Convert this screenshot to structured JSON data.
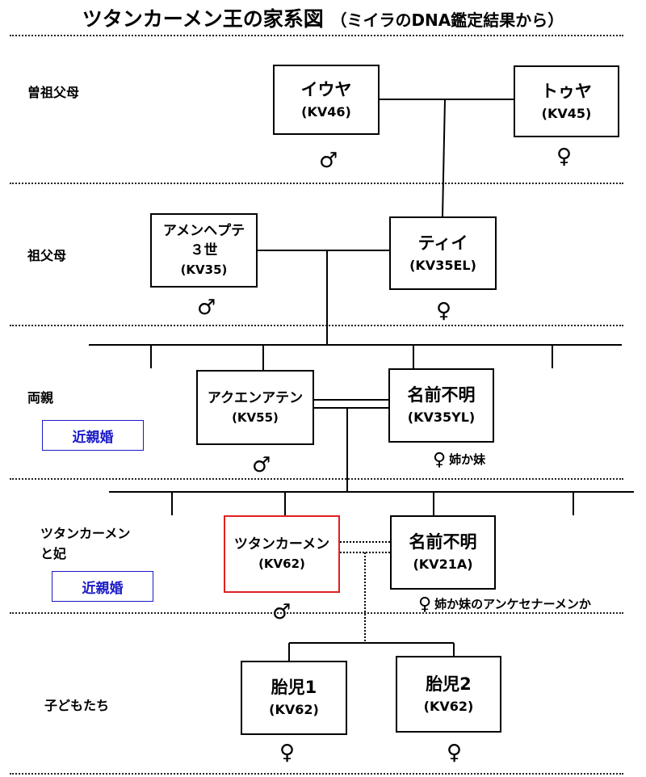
{
  "title": {
    "main": "ツタンカーメン王の家系図",
    "sub": "（ミイラのDNA鑑定結果から）"
  },
  "generations": {
    "great_grandparents": "曽祖父母",
    "grandparents": "祖父母",
    "parents": "両親",
    "tutankhamun_wife_1": "ツタンカーメン",
    "tutankhamun_wife_2": "と妃",
    "children": "子どもたち"
  },
  "badges": {
    "parents": "近親婚",
    "tutankhamun": "近親婚"
  },
  "people": {
    "yuya": {
      "name": "イウヤ",
      "tomb": "(KV46)",
      "sex": "♂"
    },
    "tuya": {
      "name": "トゥヤ",
      "tomb": "(KV45)",
      "sex": "♀"
    },
    "amenhotep": {
      "name": "アメンヘプテ",
      "name2": "３世",
      "tomb": "(KV35)",
      "sex": "♂"
    },
    "tiye": {
      "name": "ティイ",
      "tomb": "(KV35EL)",
      "sex": "♀"
    },
    "akhenaten": {
      "name": "アクエンアテン",
      "tomb": "(KV55)",
      "sex": "♂"
    },
    "unknown_mother": {
      "name": "名前不明",
      "tomb": "(KV35YL)",
      "sex": "♀",
      "note": "姉か妹"
    },
    "tutankhamun": {
      "name": "ツタンカーメン",
      "tomb": "(KV62)",
      "sex": "♂"
    },
    "unknown_wife": {
      "name": "名前不明",
      "tomb": "(KV21A)",
      "sex": "♀",
      "note": "姉か妹のアンケセナーメンか"
    },
    "fetus1": {
      "name": "胎児1",
      "tomb": "(KV62)",
      "sex": "♀"
    },
    "fetus2": {
      "name": "胎児2",
      "tomb": "(KV62)",
      "sex": "♀"
    }
  },
  "colors": {
    "highlight_box": "#e02020",
    "badge": "#1a1ac8"
  }
}
